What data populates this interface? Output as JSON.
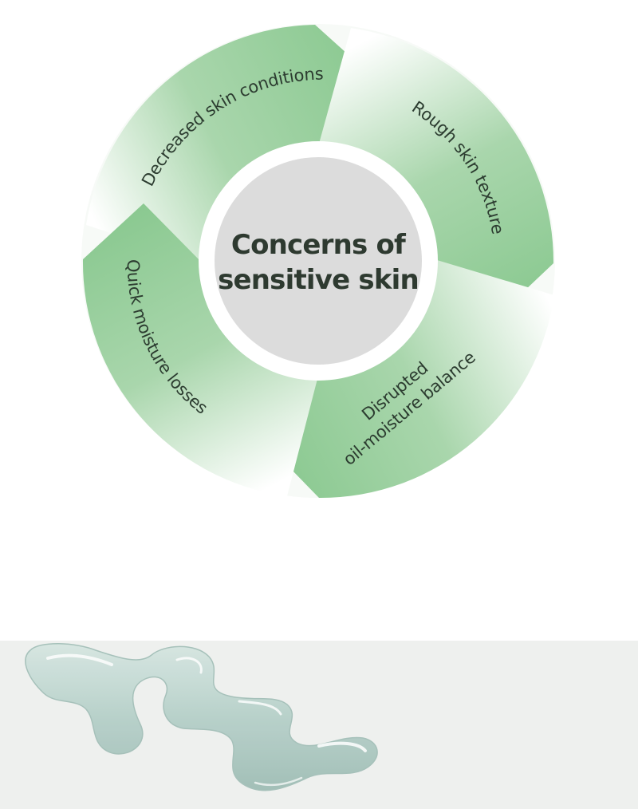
{
  "diagram": {
    "center": {
      "line1": "Concerns of",
      "line2": "sensitive skin"
    },
    "segments": [
      {
        "label": "Decreased skin conditions"
      },
      {
        "label": "Rough skin texture"
      },
      {
        "label_line1": "Disrupted",
        "label_line2": "oil-moisture balance"
      },
      {
        "label": "Quick moisture losses"
      }
    ],
    "colors": {
      "segment_green": "#8fcb95",
      "segment_fade": "#ffffff",
      "center_circle": "#dcdcdc",
      "text": "#2e3a30"
    }
  },
  "swatch": {
    "background": "#eef0ee",
    "gel_color": "#b9d2cc"
  }
}
